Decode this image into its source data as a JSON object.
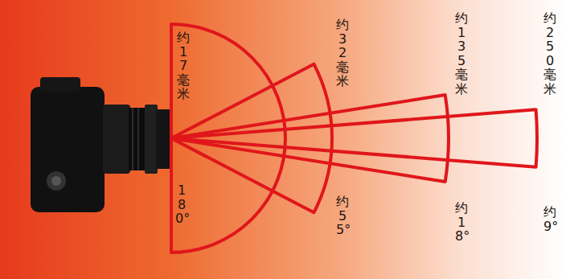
{
  "diagram": {
    "labels": [
      "约17毫米",
      "180°",
      "约32毫米",
      "约55°",
      "约135毫米",
      "约18°",
      "约250毫米",
      "约9°"
    ]
  }
}
